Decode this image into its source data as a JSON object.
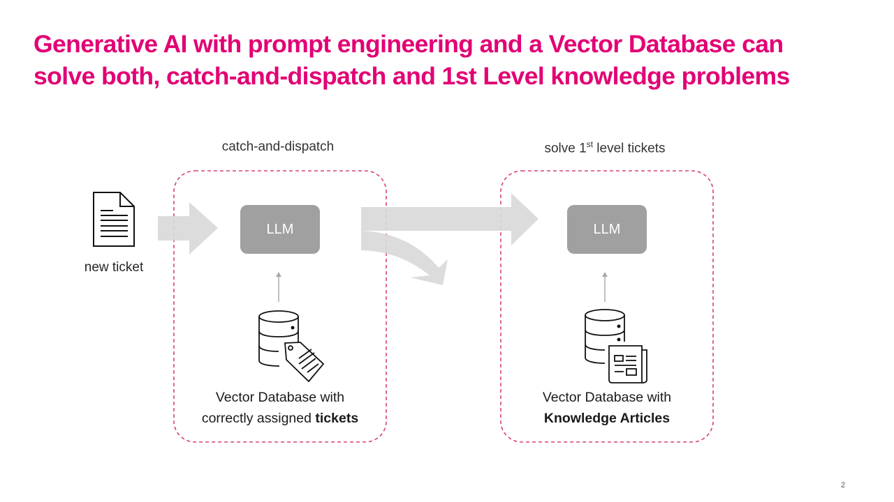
{
  "slide": {
    "title_line1": "Generative AI with prompt engineering and a Vector Database can",
    "title_line2": "solve both, catch-and-dispatch and 1st Level knowledge problems",
    "page_number": "2",
    "accent_color": "#e20074"
  },
  "input": {
    "icon": "document-icon",
    "label": "new ticket"
  },
  "sections": [
    {
      "label": "catch-and-dispatch",
      "llm_label": "LLM",
      "database_icon": "database-tag-icon",
      "caption_line1": "Vector Database with",
      "caption_line2_prefix": "correctly assigned ",
      "caption_line2_bold": "tickets"
    },
    {
      "label_prefix": "solve 1",
      "label_sup": "st",
      "label_suffix": " level tickets",
      "llm_label": "LLM",
      "database_icon": "database-article-icon",
      "caption_line1": "Vector Database with",
      "caption_line2_bold": "Knowledge Articles"
    }
  ]
}
